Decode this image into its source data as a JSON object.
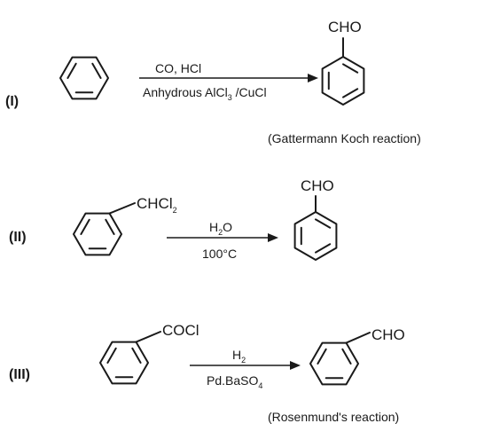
{
  "reactions": [
    {
      "label": "(I)",
      "reagent_top": "CO, HCl",
      "reagent_bottom_1": "Anhydrous AlCl",
      "reagent_bottom_sub": "3",
      "reagent_bottom_2": " /CuCl",
      "product_group": "CHO",
      "name": "(Gattermann Koch reaction)"
    },
    {
      "label": "(II)",
      "substituent_main": "CHCl",
      "substituent_sub": "2",
      "reagent_top_1": "H",
      "reagent_top_sub": "2",
      "reagent_top_2": "O",
      "reagent_bottom": "100°C",
      "product_group": "CHO"
    },
    {
      "label": "(III)",
      "substituent": "COCl",
      "reagent_top_1": "H",
      "reagent_top_sub": "2",
      "reagent_bottom_1": "Pd.BaSO",
      "reagent_bottom_sub": "4",
      "product_group": "CHO",
      "name": "(Rosenmund's reaction)"
    }
  ]
}
